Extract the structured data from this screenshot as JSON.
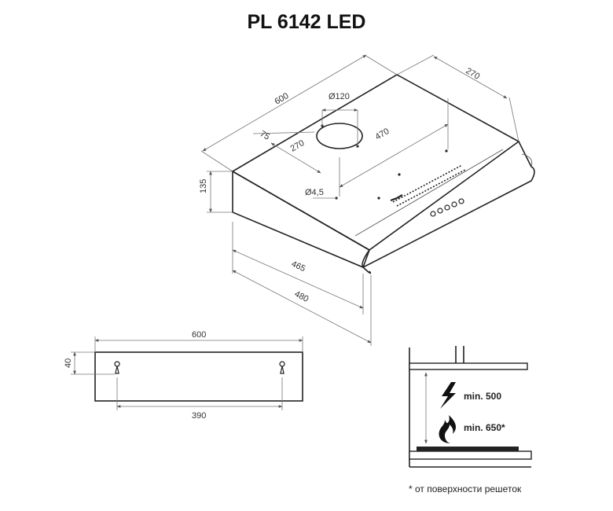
{
  "title": "PL 6142 LED",
  "hood": {
    "width": "600",
    "depth": "270",
    "outlet_diameter": "Ø120",
    "outlet_offset": "75",
    "outlet_depth": "270",
    "mount_hole_spacing": "470",
    "hole_diameter": "Ø4,5",
    "height": "135",
    "depth_inner": "465",
    "depth_total": "480"
  },
  "mounting": {
    "width": "600",
    "height": "40",
    "hole_spacing": "390"
  },
  "installation": {
    "min_electric": "min. 500",
    "min_gas": "min. 650*",
    "footnote": "* от поверхности решеток"
  },
  "icons": [
    "lightning-icon",
    "flame-icon",
    "keyhole-icon"
  ]
}
